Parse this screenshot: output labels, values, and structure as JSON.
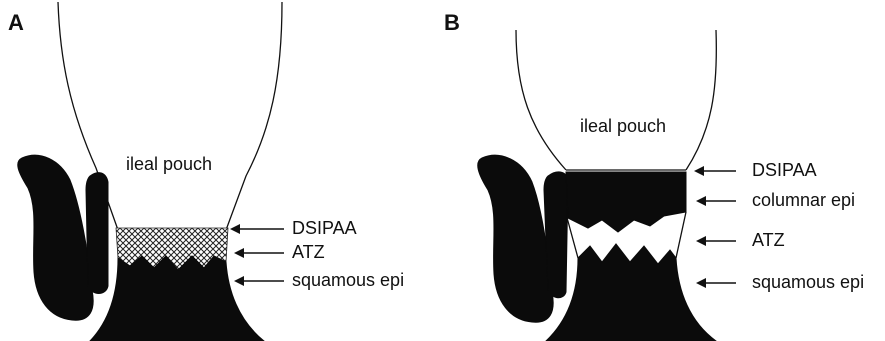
{
  "panels": [
    {
      "letter": "A",
      "pouch_label": "ileal pouch",
      "labels": {
        "dsipaa": "DSIPAA",
        "atz": "ATZ",
        "squamous": "squamous epi"
      }
    },
    {
      "letter": "B",
      "pouch_label": "ileal pouch",
      "labels": {
        "dsipaa": "DSIPAA",
        "columnar": "columnar epi",
        "atz": "ATZ",
        "squamous": "squamous epi"
      }
    }
  ]
}
